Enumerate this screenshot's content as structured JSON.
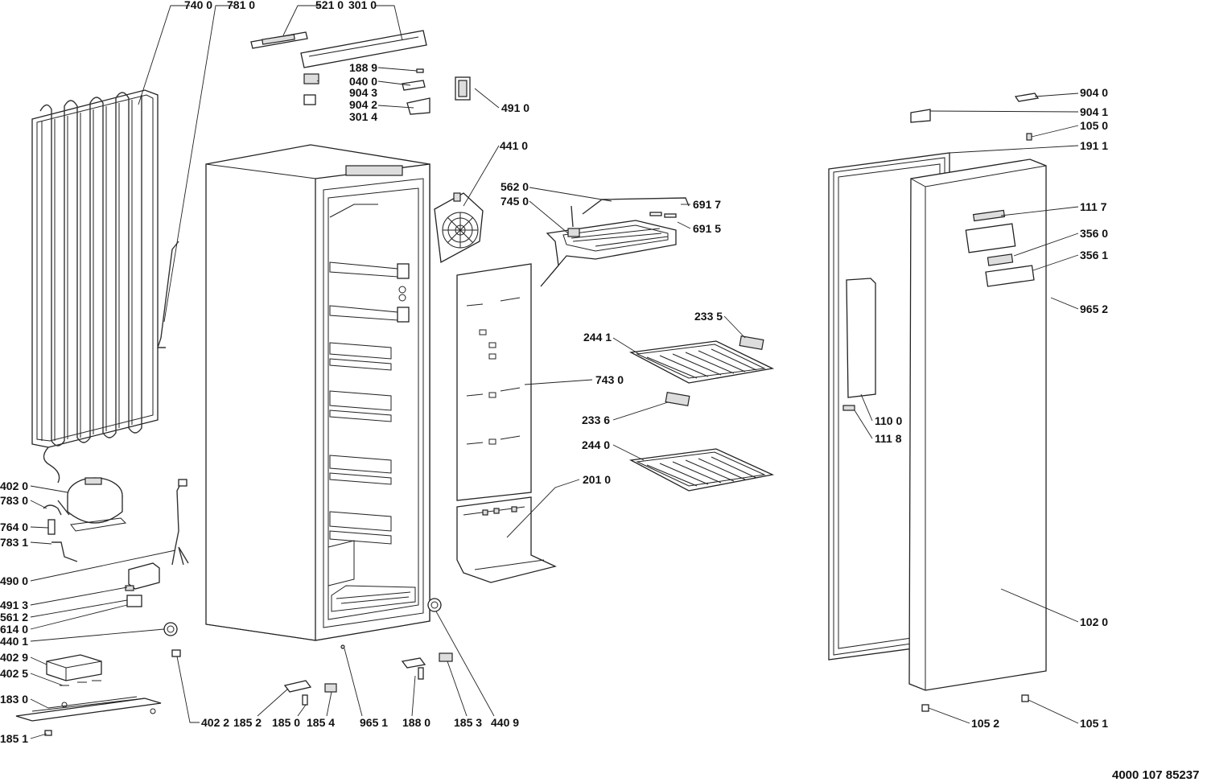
{
  "labels": [
    {
      "id": "7400",
      "text": "740 0"
    },
    {
      "id": "7810",
      "text": "781 0"
    },
    {
      "id": "5210",
      "text": "521 0"
    },
    {
      "id": "3010",
      "text": "301 0"
    },
    {
      "id": "1889",
      "text": "188 9"
    },
    {
      "id": "0400",
      "text": "040 0"
    },
    {
      "id": "9043",
      "text": "904 3"
    },
    {
      "id": "9042",
      "text": "904 2"
    },
    {
      "id": "3014",
      "text": "301 4"
    },
    {
      "id": "4910",
      "text": "491 0"
    },
    {
      "id": "4410",
      "text": "441 0"
    },
    {
      "id": "5620",
      "text": "562 0"
    },
    {
      "id": "7450",
      "text": "745 0"
    },
    {
      "id": "6917",
      "text": "691 7"
    },
    {
      "id": "6915",
      "text": "691 5"
    },
    {
      "id": "2335",
      "text": "233 5"
    },
    {
      "id": "2441",
      "text": "244 1"
    },
    {
      "id": "7430",
      "text": "743 0"
    },
    {
      "id": "2336",
      "text": "233 6"
    },
    {
      "id": "2440",
      "text": "244 0"
    },
    {
      "id": "2010",
      "text": "201 0"
    },
    {
      "id": "9040",
      "text": "904 0"
    },
    {
      "id": "9041",
      "text": "904 1"
    },
    {
      "id": "1050",
      "text": "105 0"
    },
    {
      "id": "1911",
      "text": "191 1"
    },
    {
      "id": "1117",
      "text": "111 7"
    },
    {
      "id": "3560",
      "text": "356 0"
    },
    {
      "id": "3561",
      "text": "356 1"
    },
    {
      "id": "9652",
      "text": "965 2"
    },
    {
      "id": "1100",
      "text": "110 0"
    },
    {
      "id": "1118",
      "text": "111 8"
    },
    {
      "id": "1020",
      "text": "102 0"
    },
    {
      "id": "1052",
      "text": "105 2"
    },
    {
      "id": "1051",
      "text": "105 1"
    },
    {
      "id": "4020",
      "text": "402 0"
    },
    {
      "id": "7830",
      "text": "783 0"
    },
    {
      "id": "7640",
      "text": "764 0"
    },
    {
      "id": "7831",
      "text": "783 1"
    },
    {
      "id": "4900",
      "text": "490 0"
    },
    {
      "id": "4913",
      "text": "491 3"
    },
    {
      "id": "5612",
      "text": "561 2"
    },
    {
      "id": "6140",
      "text": "614 0"
    },
    {
      "id": "4401",
      "text": "440 1"
    },
    {
      "id": "4029",
      "text": "402 9"
    },
    {
      "id": "4025",
      "text": "402 5"
    },
    {
      "id": "1830",
      "text": "183 0"
    },
    {
      "id": "1851",
      "text": "185 1"
    },
    {
      "id": "4022",
      "text": "402 2"
    },
    {
      "id": "1852",
      "text": "185 2"
    },
    {
      "id": "1850",
      "text": "185 0"
    },
    {
      "id": "1854",
      "text": "185 4"
    },
    {
      "id": "9651",
      "text": "965 1"
    },
    {
      "id": "1880",
      "text": "188 0"
    },
    {
      "id": "1853",
      "text": "185 3"
    },
    {
      "id": "4409",
      "text": "440 9"
    }
  ],
  "reference_number": "4000 107 85237"
}
